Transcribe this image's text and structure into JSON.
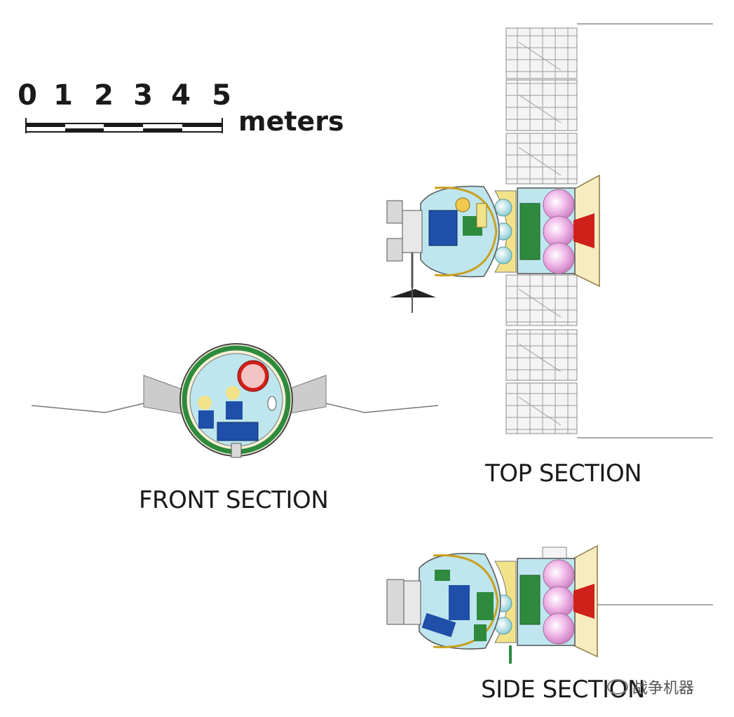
{
  "scale_bar": {
    "ticks": [
      "0",
      "1",
      "2",
      "3",
      "4",
      "5"
    ],
    "unit": "meters"
  },
  "views": {
    "top": "TOP SECTION",
    "front": "FRONT SECTION",
    "side": "SIDE SECTION"
  },
  "watermark": "战争机器",
  "colors": {
    "panel_grid": "#9a9a9a",
    "habitat_blue": "#bfe6ee",
    "structure_yellow": "#f2e38a",
    "equipment_green": "#2e8b3e",
    "crew_blue": "#1f4fa8",
    "tank_pink": "#f0b8e8",
    "nozzle_red": "#d0201a",
    "shroud_tan": "#f7ecc0"
  }
}
